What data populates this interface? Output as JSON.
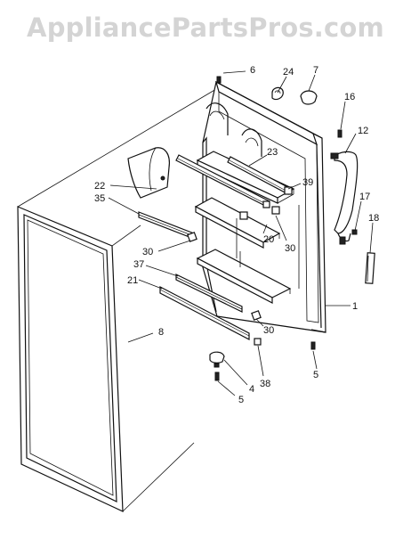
{
  "watermark": "AppliancePartsPros.com",
  "colors": {
    "ink": "#111111",
    "watermark": "#d4d4d4",
    "background": "#ffffff"
  },
  "callouts": [
    {
      "id": "c6",
      "label": "6"
    },
    {
      "id": "c24",
      "label": "24"
    },
    {
      "id": "c7",
      "label": "7"
    },
    {
      "id": "c16",
      "label": "16"
    },
    {
      "id": "c12",
      "label": "12"
    },
    {
      "id": "c23",
      "label": "23"
    },
    {
      "id": "c39",
      "label": "39"
    },
    {
      "id": "c22",
      "label": "22"
    },
    {
      "id": "c35",
      "label": "35"
    },
    {
      "id": "c17",
      "label": "17"
    },
    {
      "id": "c18",
      "label": "18"
    },
    {
      "id": "c20",
      "label": "20"
    },
    {
      "id": "c30a",
      "label": "30"
    },
    {
      "id": "c30b",
      "label": "30"
    },
    {
      "id": "c37",
      "label": "37"
    },
    {
      "id": "c21",
      "label": "21"
    },
    {
      "id": "c1",
      "label": "1"
    },
    {
      "id": "c8",
      "label": "8"
    },
    {
      "id": "c30c",
      "label": "30"
    },
    {
      "id": "c5a",
      "label": "5"
    },
    {
      "id": "c4",
      "label": "4"
    },
    {
      "id": "c38",
      "label": "38"
    },
    {
      "id": "c5b",
      "label": "5"
    }
  ]
}
